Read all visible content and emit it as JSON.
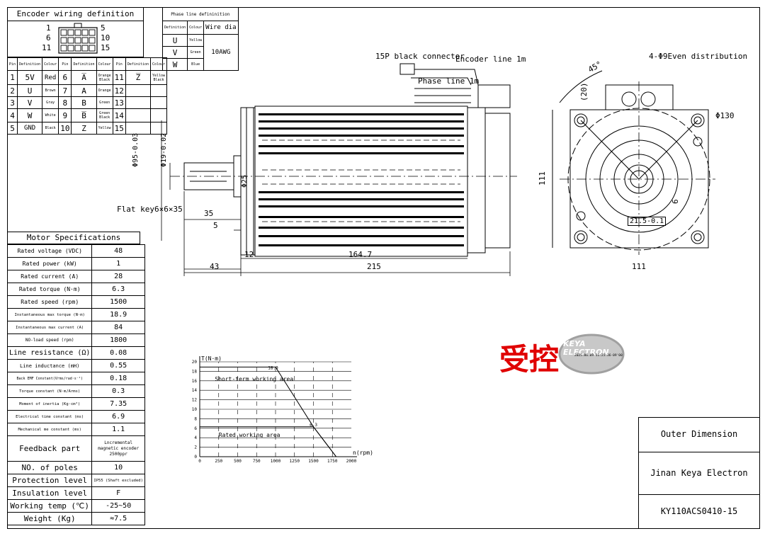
{
  "encoder": {
    "title": "Encoder wiring definition",
    "pin_labels": {
      "r1l": "1",
      "r1r": "5",
      "r2l": "6",
      "r2r": "10",
      "r3l": "11",
      "r3r": "15"
    },
    "headers": [
      "Pin",
      "Definition",
      "Colour",
      "Pin",
      "Definition",
      "Colour",
      "Pin",
      "Definition",
      "Colour"
    ],
    "rows": [
      [
        "1",
        "5V",
        "Red",
        "6",
        "A̅",
        "Orange Black",
        "11",
        "Z̅",
        "Yellow Black"
      ],
      [
        "2",
        "U",
        "Brown",
        "7",
        "A",
        "Orange",
        "12",
        "",
        ""
      ],
      [
        "3",
        "V",
        "Gray",
        "8",
        "B",
        "Green",
        "13",
        "",
        ""
      ],
      [
        "4",
        "W",
        "White",
        "9",
        "B̅",
        "Green Black",
        "14",
        "",
        ""
      ],
      [
        "5",
        "GND",
        "Black",
        "10",
        "Z",
        "Yellow",
        "15",
        "",
        ""
      ]
    ]
  },
  "phase": {
    "title": "Phase line defininition",
    "headers": [
      "Definition",
      "Colour",
      "Wire dia"
    ],
    "rows": [
      [
        "U",
        "Yellow"
      ],
      [
        "V",
        "Green"
      ],
      [
        "W",
        "Blue"
      ]
    ],
    "wire": "10AWG"
  },
  "specs": {
    "title": "Motor Specifications",
    "rows": [
      [
        "Rated voltage (VDC)",
        "48"
      ],
      [
        "Rated power (kW)",
        "1"
      ],
      [
        "Rated current (A)",
        "28"
      ],
      [
        "Rated torque (N·m)",
        "6.3"
      ],
      [
        "Rated speed (rpm)",
        "1500"
      ],
      [
        "Instantaneous max torque (N·m)",
        "18.9"
      ],
      [
        "Instantaneous max current (A)",
        "84"
      ],
      [
        "NO-load speed (rpm)",
        "1800"
      ],
      [
        "Line resistance (Ω)",
        "0.08"
      ],
      [
        "Line inductance (mH)",
        "0.55"
      ],
      [
        "Back EMF Constant(Vrms/rad·s⁻¹)",
        "0.18"
      ],
      [
        "Torque constant (N·m/Arms)",
        "0.3"
      ],
      [
        "Moment of inertia (Kg·cm²)",
        "7.35"
      ],
      [
        "Electrical time constant (ms)",
        "6.9"
      ],
      [
        "Mechanical me constant (ms)",
        "1.1"
      ],
      [
        "Feedback part",
        "Lncremental magnetic encoder 2500ppr"
      ],
      [
        "NO. of poles",
        "10"
      ],
      [
        "Protection level",
        "IP55 (Shaft excluded)"
      ],
      [
        "Insulation level",
        "F"
      ],
      [
        "Working temp (℃)",
        "-25~50"
      ],
      [
        "Weight (Kg)",
        "≈7.5"
      ]
    ]
  },
  "drawing": {
    "connector": "15P black connector",
    "encoder_line": "Encoder line 1m",
    "phase_line": "Phase line 1m",
    "flat_key": "Flat key6×6×35",
    "dim_35": "35",
    "dim_5": "5",
    "dim_12": "12",
    "dim_1647": "164.7",
    "dim_43": "43",
    "dim_215": "215",
    "dim_95": "Φ95-0.03",
    "dim_19": "Φ19-0.02",
    "dim_25": "Φ25",
    "holes": "4-Φ9Even distribution",
    "angle": "45°",
    "dim_20": "(20)",
    "dim_130": "Φ130",
    "dim_111v": "111",
    "dim_111h": "111",
    "dim_6": "6",
    "dim_215b": "21.5-0.1"
  },
  "chart_data": {
    "type": "line",
    "ylabel": "T(N·m)",
    "xlabel": "n(rpm)",
    "xlim": [
      0,
      2000
    ],
    "ylim": [
      0,
      20
    ],
    "xticks": [
      0,
      250,
      500,
      750,
      1000,
      1250,
      1500,
      1750,
      2000
    ],
    "yticks": [
      0,
      2,
      4,
      6,
      8,
      10,
      12,
      14,
      16,
      18,
      20
    ],
    "series": [
      {
        "x": [
          0,
          1000,
          1500,
          1800
        ],
        "y": [
          18.9,
          18.9,
          6.3,
          0
        ]
      }
    ],
    "annotations": [
      "18.9",
      "6.3",
      "Short-term working area",
      "Rated working area"
    ]
  },
  "watermark": {
    "cn": "受控",
    "logo": "KEYA ELECTRON",
    "stamp": "2025.06.09 11:25:36·09'00"
  },
  "titleblock": {
    "t1": "Outer Dimension",
    "t2": "Jinan Keya Electron",
    "t3": "KY110ACS0410-15"
  }
}
